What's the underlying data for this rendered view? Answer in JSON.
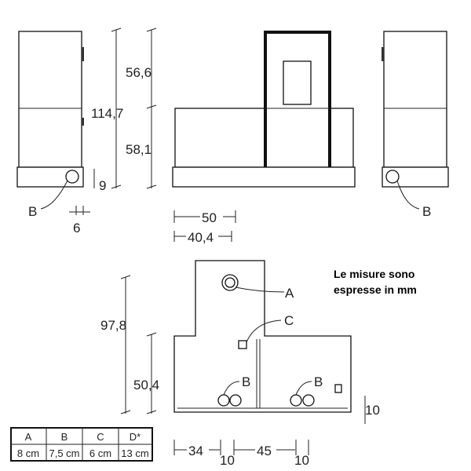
{
  "side_view": {
    "height_total": "114,7",
    "foot_height": "9",
    "foot_offset": "6",
    "outlet_label": "B"
  },
  "front_view": {
    "upper_height": "56,6",
    "lower_height": "58,1",
    "width_total": "50",
    "width_inner": "40,4"
  },
  "right_view": {
    "outlet_label": "B"
  },
  "plan_view": {
    "depth_total": "97,8",
    "depth_lower": "50,4",
    "label_a": "A",
    "label_c": "C",
    "label_b1": "B",
    "label_b2": "B",
    "right_offset": "10",
    "dim_34": "34",
    "dim_10a": "10",
    "dim_45": "45",
    "dim_10b": "10"
  },
  "note": {
    "line1": "Le misure sono",
    "line2": "espresse in mm"
  },
  "table": {
    "headers": [
      "A",
      "B",
      "C",
      "D*"
    ],
    "values": [
      "8 cm",
      "7,5 cm",
      "6 cm",
      "13 cm"
    ]
  }
}
